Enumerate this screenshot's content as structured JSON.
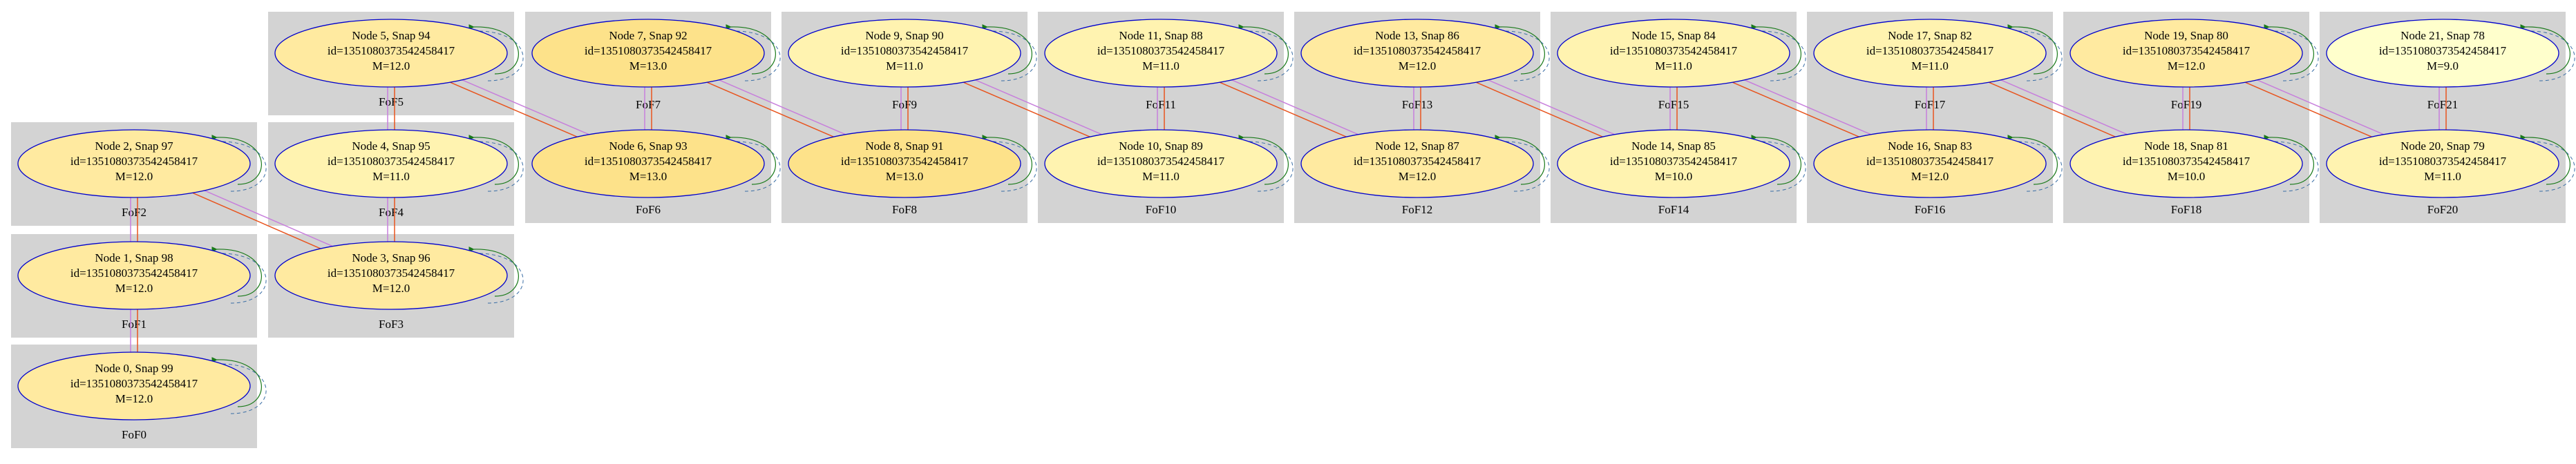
{
  "colors": {
    "cluster_fill": "#d3d3d3",
    "node_stroke": "#0000cd",
    "edge_orange": "#e8541e",
    "edge_violet": "#c77fdc",
    "self_loop_green": "#1a7a1a",
    "self_loop_blue": "#3a6ea5",
    "node_shades": {
      "light": "#fff3b0",
      "mid": "#ffeaa0",
      "deep": "#fde28a",
      "pale": "#ffffcc"
    }
  },
  "clusters": [
    {
      "id": "FoF0",
      "label": "FoF0"
    },
    {
      "id": "FoF1",
      "label": "FoF1"
    },
    {
      "id": "FoF2",
      "label": "FoF2"
    },
    {
      "id": "FoF3",
      "label": "FoF3"
    },
    {
      "id": "FoF4",
      "label": "FoF4"
    },
    {
      "id": "FoF5",
      "label": "FoF5"
    },
    {
      "id": "FoF6",
      "label": "FoF6"
    },
    {
      "id": "FoF7",
      "label": "FoF7"
    },
    {
      "id": "FoF8",
      "label": "FoF8"
    },
    {
      "id": "FoF9",
      "label": "FoF9"
    },
    {
      "id": "FoF10",
      "label": "FoF10"
    },
    {
      "id": "FoF11",
      "label": "FoF11"
    },
    {
      "id": "FoF12",
      "label": "FoF12"
    },
    {
      "id": "FoF13",
      "label": "FoF13"
    },
    {
      "id": "FoF14",
      "label": "FoF14"
    },
    {
      "id": "FoF15",
      "label": "FoF15"
    },
    {
      "id": "FoF16",
      "label": "FoF16"
    },
    {
      "id": "FoF17",
      "label": "FoF17"
    },
    {
      "id": "FoF18",
      "label": "FoF18"
    },
    {
      "id": "FoF19",
      "label": "FoF19"
    },
    {
      "id": "FoF20",
      "label": "FoF20"
    },
    {
      "id": "FoF21",
      "label": "FoF21"
    }
  ],
  "nodes": [
    {
      "id": 0,
      "title": "Node 0, Snap 99",
      "idline": "id=1351080373542458417",
      "mass": "M=12.0",
      "shade": "mid"
    },
    {
      "id": 1,
      "title": "Node 1, Snap 98",
      "idline": "id=1351080373542458417",
      "mass": "M=12.0",
      "shade": "mid"
    },
    {
      "id": 2,
      "title": "Node 2, Snap 97",
      "idline": "id=1351080373542458417",
      "mass": "M=12.0",
      "shade": "mid"
    },
    {
      "id": 3,
      "title": "Node 3, Snap 96",
      "idline": "id=1351080373542458417",
      "mass": "M=12.0",
      "shade": "mid"
    },
    {
      "id": 4,
      "title": "Node 4, Snap 95",
      "idline": "id=1351080373542458417",
      "mass": "M=11.0",
      "shade": "light"
    },
    {
      "id": 5,
      "title": "Node 5, Snap 94",
      "idline": "id=1351080373542458417",
      "mass": "M=12.0",
      "shade": "mid"
    },
    {
      "id": 6,
      "title": "Node 6, Snap 93",
      "idline": "id=1351080373542458417",
      "mass": "M=13.0",
      "shade": "deep"
    },
    {
      "id": 7,
      "title": "Node 7, Snap 92",
      "idline": "id=1351080373542458417",
      "mass": "M=13.0",
      "shade": "deep"
    },
    {
      "id": 8,
      "title": "Node 8, Snap 91",
      "idline": "id=1351080373542458417",
      "mass": "M=13.0",
      "shade": "deep"
    },
    {
      "id": 9,
      "title": "Node 9, Snap 90",
      "idline": "id=1351080373542458417",
      "mass": "M=11.0",
      "shade": "light"
    },
    {
      "id": 10,
      "title": "Node 10, Snap 89",
      "idline": "id=1351080373542458417",
      "mass": "M=11.0",
      "shade": "light"
    },
    {
      "id": 11,
      "title": "Node 11, Snap 88",
      "idline": "id=1351080373542458417",
      "mass": "M=11.0",
      "shade": "light"
    },
    {
      "id": 12,
      "title": "Node 12, Snap 87",
      "idline": "id=1351080373542458417",
      "mass": "M=12.0",
      "shade": "mid"
    },
    {
      "id": 13,
      "title": "Node 13, Snap 86",
      "idline": "id=1351080373542458417",
      "mass": "M=12.0",
      "shade": "mid"
    },
    {
      "id": 14,
      "title": "Node 14, Snap 85",
      "idline": "id=1351080373542458417",
      "mass": "M=10.0",
      "shade": "light"
    },
    {
      "id": 15,
      "title": "Node 15, Snap 84",
      "idline": "id=1351080373542458417",
      "mass": "M=11.0",
      "shade": "light"
    },
    {
      "id": 16,
      "title": "Node 16, Snap 83",
      "idline": "id=1351080373542458417",
      "mass": "M=12.0",
      "shade": "mid"
    },
    {
      "id": 17,
      "title": "Node 17, Snap 82",
      "idline": "id=1351080373542458417",
      "mass": "M=11.0",
      "shade": "light"
    },
    {
      "id": 18,
      "title": "Node 18, Snap 81",
      "idline": "id=1351080373542458417",
      "mass": "M=10.0",
      "shade": "light"
    },
    {
      "id": 19,
      "title": "Node 19, Snap 80",
      "idline": "id=1351080373542458417",
      "mass": "M=12.0",
      "shade": "mid"
    },
    {
      "id": 20,
      "title": "Node 20, Snap 79",
      "idline": "id=1351080373542458417",
      "mass": "M=11.0",
      "shade": "light"
    },
    {
      "id": 21,
      "title": "Node 21, Snap 78",
      "idline": "id=1351080373542458417",
      "mass": "M=9.0",
      "shade": "pale"
    }
  ],
  "edges": [
    {
      "from": 1,
      "to": 0
    },
    {
      "from": 2,
      "to": 1
    },
    {
      "from": 3,
      "to": 2
    },
    {
      "from": 4,
      "to": 3
    },
    {
      "from": 5,
      "to": 4
    },
    {
      "from": 6,
      "to": 5
    },
    {
      "from": 7,
      "to": 6
    },
    {
      "from": 8,
      "to": 7
    },
    {
      "from": 9,
      "to": 8
    },
    {
      "from": 10,
      "to": 9
    },
    {
      "from": 11,
      "to": 10
    },
    {
      "from": 12,
      "to": 11
    },
    {
      "from": 13,
      "to": 12
    },
    {
      "from": 14,
      "to": 13
    },
    {
      "from": 15,
      "to": 14
    },
    {
      "from": 16,
      "to": 15
    },
    {
      "from": 17,
      "to": 16
    },
    {
      "from": 18,
      "to": 17
    },
    {
      "from": 19,
      "to": 18
    },
    {
      "from": 20,
      "to": 19
    },
    {
      "from": 21,
      "to": 20
    }
  ]
}
